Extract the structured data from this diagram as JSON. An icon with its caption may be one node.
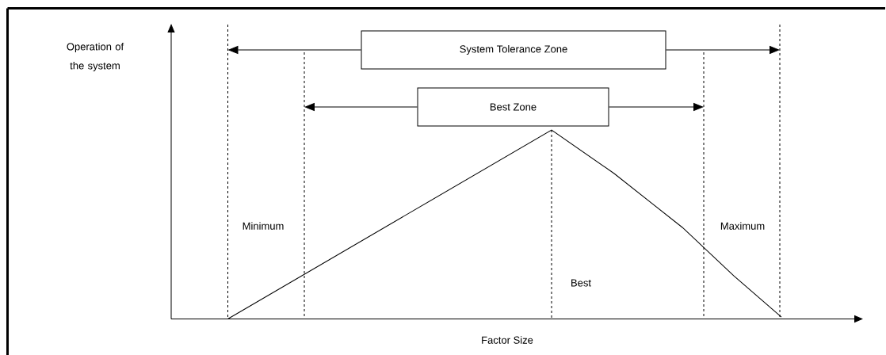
{
  "diagram": {
    "nodes": [
      {
        "text": [
          "System Tolerance Zone"
        ]
      },
      {
        "text": [
          "Best Zone"
        ]
      }
    ],
    "edges": [
      {
        "from": 0,
        "to": null,
        "arrow": "to"
      },
      {
        "from": 0,
        "to": null,
        "arrow": "to"
      },
      {
        "from": 1,
        "to": null,
        "arrow": "to"
      },
      {
        "from": 1,
        "to": null,
        "arrow": "to"
      }
    ],
    "labels": [
      "Operation of the system",
      "Minimum",
      "Maximum",
      "Best",
      "Factor Size"
    ]
  }
}
